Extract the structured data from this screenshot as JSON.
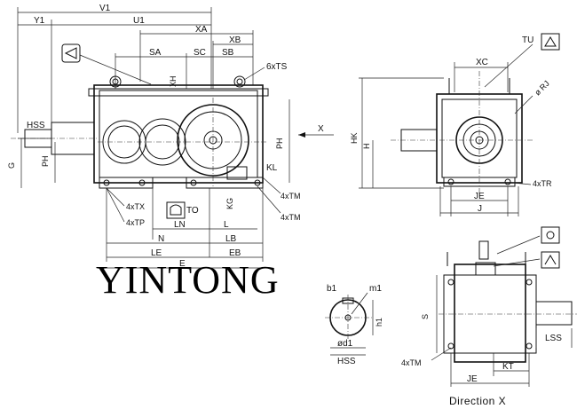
{
  "brand": "YINTONG",
  "view_label": "Direction X",
  "arrow_label": "X",
  "front_view": {
    "dims": [
      "V1",
      "Y1",
      "U1",
      "XA",
      "XB",
      "SA",
      "SC",
      "SB",
      "6xTS",
      "XH",
      "HSS",
      "G",
      "PH",
      "PH",
      "KL",
      "4xTM",
      "4xTM",
      "4xTX",
      "4xTP",
      "KG",
      "TO",
      "N",
      "LN",
      "L",
      "LB",
      "LE",
      "EB",
      "E"
    ]
  },
  "side_view": {
    "dims": [
      "TU",
      "XC",
      "ø RJ",
      "HK",
      "H",
      "4xTR",
      "JE",
      "J"
    ]
  },
  "shaft_detail": {
    "dims": [
      "b1",
      "m1",
      "h1",
      "ød1",
      "HSS"
    ]
  },
  "bottom_view": {
    "dims": [
      "S",
      "LSS",
      "4xTM",
      "KT",
      "JE"
    ]
  }
}
